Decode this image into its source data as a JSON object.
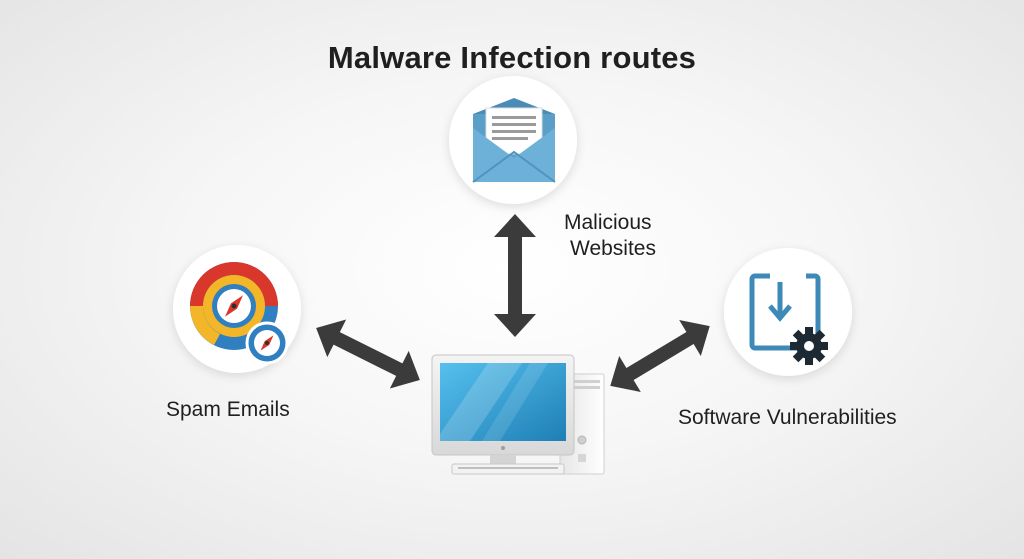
{
  "diagram": {
    "title": "Malware Infection routes",
    "center_node": {
      "icon": "desktop-computer-icon"
    },
    "nodes": [
      {
        "id": "email",
        "icon": "envelope-icon",
        "label": ""
      },
      {
        "id": "websites",
        "icon": "",
        "label_line1": "Malicious",
        "label_line2": "Websites"
      },
      {
        "id": "spam",
        "icon": "browser-compass-icon",
        "label": "Spam Emails"
      },
      {
        "id": "software",
        "icon": "download-gear-icon",
        "label": "Software Vulnerabilities"
      }
    ],
    "connections": [
      {
        "from": "email",
        "to": "computer",
        "style": "double-arrow"
      },
      {
        "from": "spam",
        "to": "computer",
        "style": "double-arrow"
      },
      {
        "from": "software",
        "to": "computer",
        "style": "double-arrow"
      }
    ],
    "colors": {
      "arrow": "#3b3b3b",
      "envelope": "#5b9fc9",
      "screen": "#3aa3d9",
      "browser_red": "#d9372b",
      "browser_yellow": "#f4b629",
      "browser_blue": "#2f7fc1",
      "download_frame": "#3d8ab8",
      "gear": "#1e2a33"
    }
  }
}
